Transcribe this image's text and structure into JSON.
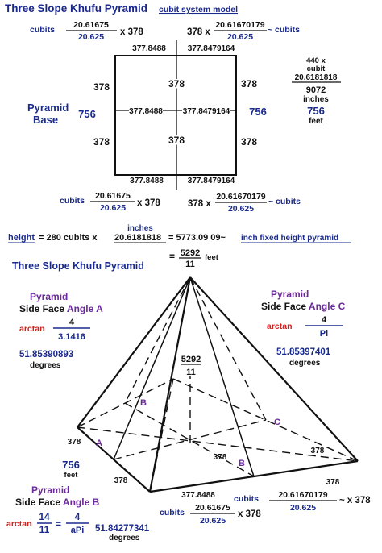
{
  "colors": {
    "navy": "#1a2a8c",
    "black": "#111111",
    "red": "#d81e1e",
    "purple": "#6a2a9a"
  },
  "header": {
    "title": "Three Slope Khufu Pyramid",
    "subtitle": "cubit system model"
  },
  "top_formulas": {
    "left": {
      "prefix": "cubits",
      "num": "20.61675",
      "den": "20.625",
      "mult": "x 378"
    },
    "right": {
      "lead": "378 x",
      "num": "20.61670179",
      "suffix": "~ cubits",
      "den": "20.625"
    }
  },
  "base": {
    "top_left": "377.8488",
    "top_right": "377.8479164",
    "mid_left": "377.8488",
    "mid_right": "377.8479164",
    "bottom_left": "377.8488",
    "bottom_right": "377.8479164",
    "inner_top": "378",
    "inner_bottom": "378",
    "side_left_top": "378",
    "side_left_bottom": "378",
    "side_right_top": "378",
    "side_right_bottom": "378",
    "label_line1": "Pyramid",
    "label_line2": "Base",
    "total_left": "756",
    "total_right": "756"
  },
  "right_note": {
    "line1": "440 x",
    "line2": "cubit",
    "line3": "20.6181818",
    "line4": "9072",
    "line5": "inches",
    "line6": "756",
    "line7": "feet"
  },
  "bottom_formulas": {
    "left": {
      "prefix": "cubits",
      "num": "20.61675",
      "den": "20.625",
      "mult": "x 378"
    },
    "right": {
      "lead": "378 x",
      "num": "20.61670179",
      "suffix": "~ cubits",
      "den": "20.625"
    }
  },
  "height": {
    "inches_label": "inches",
    "label": "height",
    "eq1": "= 280 cubits x",
    "cubit_value": "20.6181818",
    "eq2": "= 5773.09 09~",
    "note": "inch fixed height pyramid",
    "frac_prefix": "=",
    "frac_num": "5292",
    "frac_den": "11",
    "frac_unit": "feet"
  },
  "pyramid": {
    "title": "Three Slope Khufu Pyramid",
    "angle_a": {
      "line1": "Pyramid",
      "line2_prefix": "Side Face ",
      "line2_angle": "Angle A",
      "arctan": "arctan",
      "num": "4",
      "den": "3.1416",
      "value": "51.85390893",
      "unit": "degrees"
    },
    "angle_c": {
      "line1": "Pyramid",
      "line2_prefix": "Side Face ",
      "line2_angle": "Angle C",
      "arctan": "arctan",
      "num": "4",
      "den": "Pi",
      "value": "51.85397401",
      "unit": "degrees"
    },
    "angle_b": {
      "line1": "Pyramid",
      "line2_prefix": "Side Face ",
      "line2_angle": "Angle B",
      "arctan": "arctan",
      "n1": "14",
      "d1": "11",
      "eq": "=",
      "n2": "4",
      "d2": "aPi",
      "value": "51.84277341",
      "unit": "degrees"
    },
    "height_num": "5292",
    "height_den": "11",
    "markers": {
      "a": "A",
      "b_upper": "B",
      "b_lower": "B",
      "c": "C"
    },
    "edge_left": "378",
    "edge_center": "378",
    "edge_right": "378",
    "edge_front_left": "378",
    "edge_front_right": "378",
    "bottom_mid": "377.8488",
    "side_total": "756",
    "side_total_unit": "feet"
  },
  "final_formulas": {
    "right": {
      "prefix": "cubits",
      "num": "20.61670179",
      "mid": "~ x 378",
      "den": "20.625"
    },
    "left": {
      "prefix": "cubits",
      "num": "20.61675",
      "mult": "x 378",
      "den": "20.625"
    }
  }
}
